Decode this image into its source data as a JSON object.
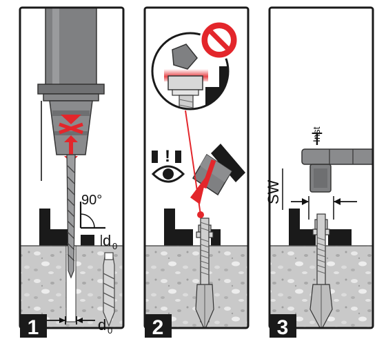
{
  "panels": [
    {
      "step": "1",
      "labels": {
        "angle": "90°",
        "d_top_main": "d",
        "d_top_sub": "0",
        "d_bottom_main": "d",
        "d_bottom_sub": "0"
      }
    },
    {
      "step": "2",
      "labels": {
        "warning": "!"
      }
    },
    {
      "step": "3",
      "labels": {
        "sw": "SW",
        "torque_main": "T",
        "torque_sub": "Inst"
      }
    }
  ],
  "colors": {
    "accent_red": "#e3262b",
    "tool_gray": "#7f8082",
    "dark": "#1a1a1a",
    "concrete": "#c9c9c9"
  }
}
